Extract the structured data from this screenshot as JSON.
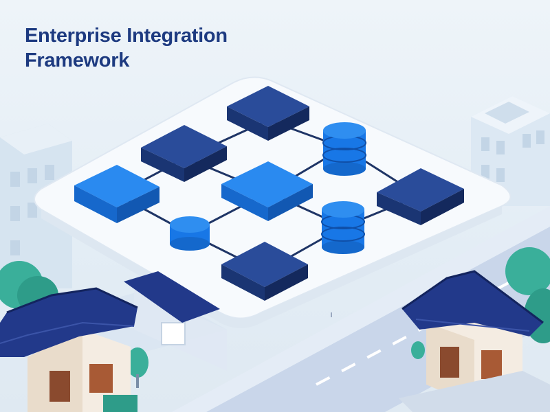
{
  "title": {
    "line1": "Enterprise Integration",
    "line2": "Framework"
  },
  "colors": {
    "title": "#1d3a80",
    "navy_block": "#1f3f86",
    "blue_block": "#1877e6",
    "connector": "#1f3566",
    "platform": "#ffffff",
    "roof": "#22398a",
    "tree": "#3aaf9a",
    "road": "#c9d6ea"
  },
  "illustration": {
    "nodes": [
      {
        "kind": "block",
        "tone": "navy",
        "label": "top-block"
      },
      {
        "kind": "block",
        "tone": "navy",
        "label": "upper-left-block"
      },
      {
        "kind": "database",
        "tone": "blue",
        "label": "upper-right-database"
      },
      {
        "kind": "block",
        "tone": "blue",
        "label": "left-block"
      },
      {
        "kind": "block",
        "tone": "blue",
        "label": "center-block"
      },
      {
        "kind": "block",
        "tone": "navy",
        "label": "right-block"
      },
      {
        "kind": "database",
        "tone": "blue",
        "label": "small-database"
      },
      {
        "kind": "database",
        "tone": "blue",
        "label": "lower-right-database"
      },
      {
        "kind": "block",
        "tone": "navy",
        "label": "bottom-block"
      }
    ],
    "scenery": [
      "left-office-building",
      "right-office-building",
      "left-hanok-house",
      "right-hanok-house",
      "road",
      "trees"
    ]
  }
}
